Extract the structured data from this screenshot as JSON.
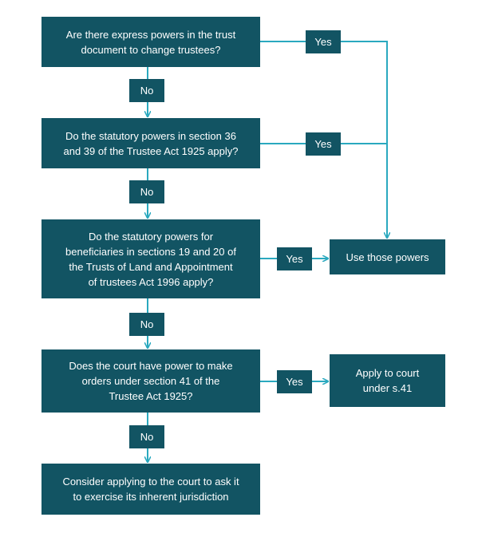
{
  "colors": {
    "box_fill": "#125463",
    "connector": "#2aa9bf",
    "text": "#ffffff"
  },
  "questions": [
    {
      "text": "Are there express powers in the trust\ndocument to change trustees?"
    },
    {
      "text": "Do the statutory powers in section 36\nand 39 of the Trustee Act 1925 apply?"
    },
    {
      "text": "Do the statutory powers for\nbeneficiaries in sections 19 and 20 of\nthe Trusts of Land and Appointment\nof trustees Act 1996 apply?"
    },
    {
      "text": "Does the court have power to make\norders under section 41 of the\nTrustee Act 1925?"
    },
    {
      "text": "Consider applying to the court to ask it\nto exercise its inherent jurisdiction"
    }
  ],
  "outcomes": [
    {
      "text": "Use those powers"
    },
    {
      "text": "Apply to court\nunder s.41"
    }
  ],
  "labels": {
    "yes_1": "Yes",
    "yes_2": "Yes",
    "yes_3": "Yes",
    "yes_4": "Yes",
    "no_1": "No",
    "no_2": "No",
    "no_3": "No",
    "no_4": "No"
  }
}
